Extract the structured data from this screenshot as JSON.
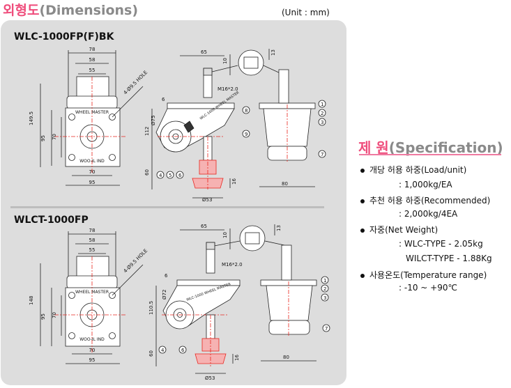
{
  "header": {
    "title_ko": "외형도",
    "title_en": "(Dimensions)",
    "unit": "(Unit : mm)"
  },
  "models": {
    "top": "WLC-1000FP(F)BK",
    "bottom": "WLCT-1000FP"
  },
  "top_drawing": {
    "front_dims": [
      "78",
      "58",
      "55",
      "149.5",
      "95",
      "70",
      "70",
      "95"
    ],
    "hole_note": "4-Ø9.5 HOLE",
    "plate_label": "WHEEL MASTER",
    "plate_mark": "WOO-IL IND",
    "side_dims": [
      "65",
      "10",
      "13",
      "M16*2.0",
      "6",
      "Ø75",
      "112",
      "60",
      "16",
      "Ø53",
      "80"
    ],
    "wheel_label": "WLC-1000 WHEEL MASTER",
    "callouts": [
      "1",
      "2",
      "3",
      "4",
      "5",
      "6",
      "7",
      "8",
      "9"
    ]
  },
  "bottom_drawing": {
    "front_dims": [
      "78",
      "58",
      "55",
      "148",
      "95",
      "70",
      "70",
      "95"
    ],
    "hole_note": "4-Ø9.5 HOLE",
    "plate_label": "WHEEL MASTER",
    "plate_mark": "WOO-IL IND",
    "side_dims": [
      "65",
      "10",
      "13",
      "M16*2.0",
      "6",
      "Ø72",
      "110.5",
      "60",
      "16",
      "Ø53",
      "80"
    ],
    "wheel_label": "WLC-1000 WHEEL MASTER",
    "callouts": [
      "1",
      "2",
      "3",
      "4",
      "6",
      "7"
    ]
  },
  "spec": {
    "title_ko": "제 원",
    "title_en": "(Specification)",
    "items": [
      {
        "label": "개당 허용 하중(Load/unit)",
        "values": [
          ": 1,000kg/EA"
        ]
      },
      {
        "label": "추천 허용 하중(Recommended)",
        "values": [
          ": 2,000kg/4EA"
        ]
      },
      {
        "label": "자중(Net Weight)",
        "values": [
          ": WLC-TYPE - 2.05kg",
          "WILCT-TYPE - 1.88Kg"
        ]
      },
      {
        "label": "사용온도(Temperature range)",
        "values": [
          ": -10 ~ +90℃"
        ]
      }
    ]
  },
  "colors": {
    "accent": "#ef4d7c",
    "panel": "#dddddd",
    "center_line": "#e8261f",
    "title_grey": "#8a8a8a"
  }
}
